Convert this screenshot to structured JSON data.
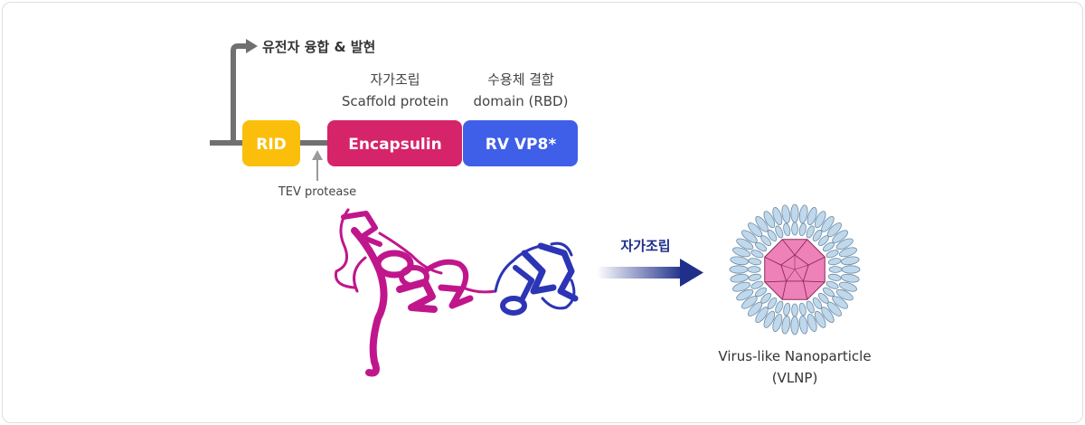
{
  "expression": {
    "label": "유전자 융합 & 발현"
  },
  "scaffold_label": {
    "line1": "자가조립",
    "line2": "Scaffold protein"
  },
  "rbd_label": {
    "line1": "수용체 결합",
    "line2": "domain (RBD)"
  },
  "segments": [
    {
      "label": "RID",
      "color": "#fbbf0b"
    },
    {
      "label": "Encapsulin",
      "color": "#d6246a"
    },
    {
      "label": "RV VP8*",
      "color": "#3f5fe8"
    }
  ],
  "protease": {
    "label": "TEV protease"
  },
  "assembly": {
    "label": "자가조립",
    "color": "#1f2f8a"
  },
  "particle": {
    "line1": "Virus-like Nanoparticle",
    "line2": "(VLNP)"
  },
  "colors": {
    "line": "#707070",
    "protein_magenta": "#c0168c",
    "protein_blue": "#2b35b5",
    "shell": "#bfd8ec",
    "core": "#ee82b8"
  }
}
